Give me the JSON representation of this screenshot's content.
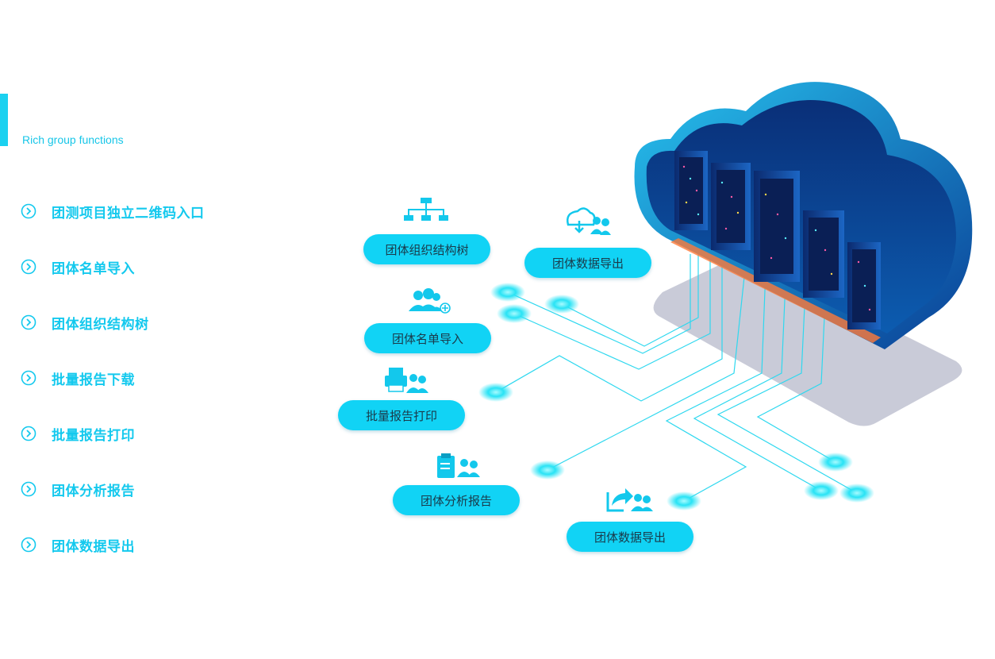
{
  "header": {
    "subtitle": "Rich group functions"
  },
  "features": [
    {
      "label": "团测项目独立二维码入口",
      "icon": "circle-arrow-right-icon"
    },
    {
      "label": "团体名单导入",
      "icon": "circle-arrow-right-icon"
    },
    {
      "label": "团体组织结构树",
      "icon": "circle-arrow-right-icon"
    },
    {
      "label": "批量报告下载",
      "icon": "circle-arrow-right-icon"
    },
    {
      "label": "批量报告打印",
      "icon": "circle-arrow-right-icon"
    },
    {
      "label": "团体分析报告",
      "icon": "circle-arrow-right-icon"
    },
    {
      "label": "团体数据导出",
      "icon": "circle-arrow-right-icon"
    }
  ],
  "diagram": {
    "pills": [
      {
        "label": "团体组织结构树",
        "icon": "org-tree-icon"
      },
      {
        "label": "团体数据导出",
        "icon": "cloud-download-users-icon"
      },
      {
        "label": "团体名单导入",
        "icon": "users-add-icon"
      },
      {
        "label": "批量报告打印",
        "icon": "printer-users-icon"
      },
      {
        "label": "团体分析报告",
        "icon": "clipboard-users-icon"
      },
      {
        "label": "团体数据导出",
        "icon": "share-users-icon"
      }
    ],
    "colors": {
      "accent": "#11d3f5",
      "cloud_dark": "#0a3a8a",
      "cloud_light": "#1fb8e8",
      "platform": "#c9cbd8"
    }
  }
}
